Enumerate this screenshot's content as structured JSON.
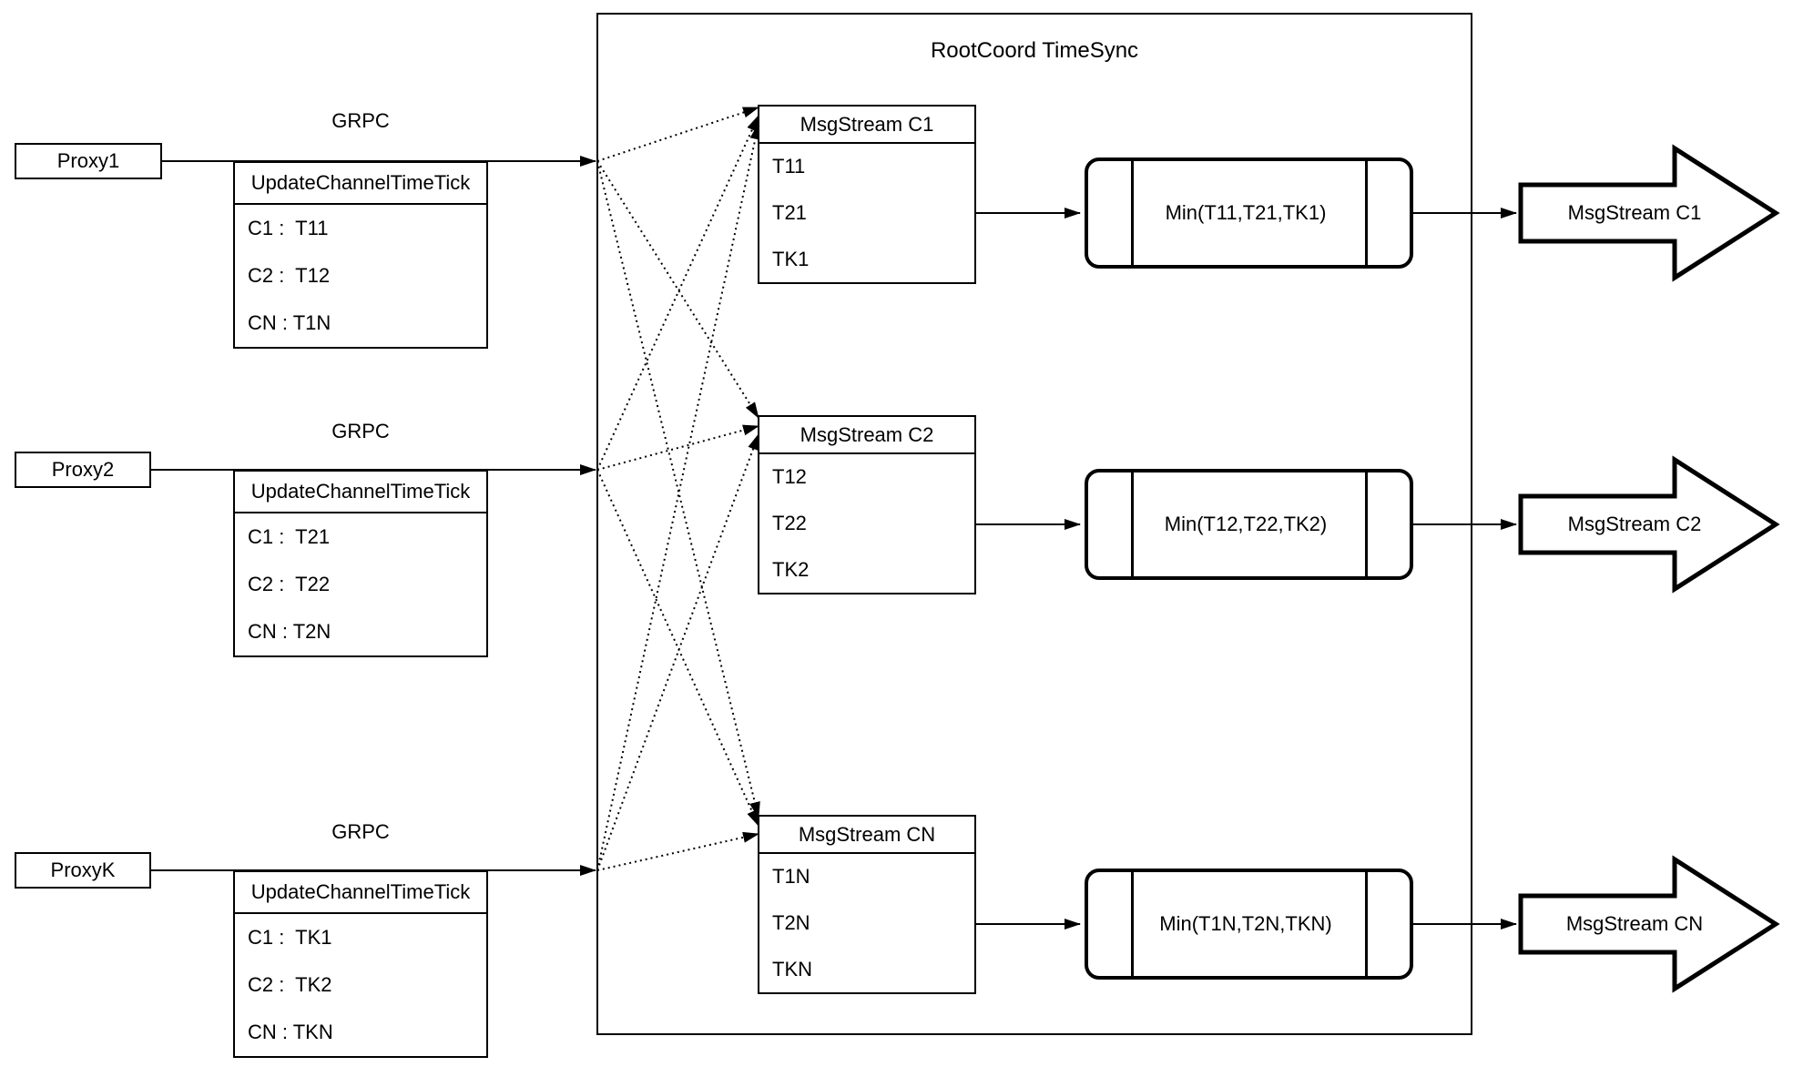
{
  "diagram": {
    "title": "RootCoord TimeSync"
  },
  "colors": {
    "stroke": "#000000",
    "fill": "#ffffff"
  },
  "proxies": [
    {
      "name": "Proxy1",
      "grpc": "GRPC",
      "header": "UpdateChannelTimeTick",
      "rows": [
        "C1 :  T11",
        "C2 :  T12",
        "CN : T1N"
      ]
    },
    {
      "name": "Proxy2",
      "grpc": "GRPC",
      "header": "UpdateChannelTimeTick",
      "rows": [
        "C1 :  T21",
        "C2 :  T22",
        "CN : T2N"
      ]
    },
    {
      "name": "ProxyK",
      "grpc": "GRPC",
      "header": "UpdateChannelTimeTick",
      "rows": [
        "C1 :  TK1",
        "C2 :  TK2",
        "CN : TKN"
      ]
    }
  ],
  "streams": [
    {
      "header": "MsgStream C1",
      "rows": [
        "T11",
        "T21",
        "TK1"
      ],
      "min": "Min(T11,T21,TK1)",
      "output": "MsgStream C1"
    },
    {
      "header": "MsgStream C2",
      "rows": [
        "T12",
        "T22",
        "TK2"
      ],
      "min": "Min(T12,T22,TK2)",
      "output": "MsgStream C2"
    },
    {
      "header": "MsgStream CN",
      "rows": [
        "T1N",
        "T2N",
        "TKN"
      ],
      "min": "Min(T1N,T2N,TKN)",
      "output": "MsgStream CN"
    }
  ]
}
